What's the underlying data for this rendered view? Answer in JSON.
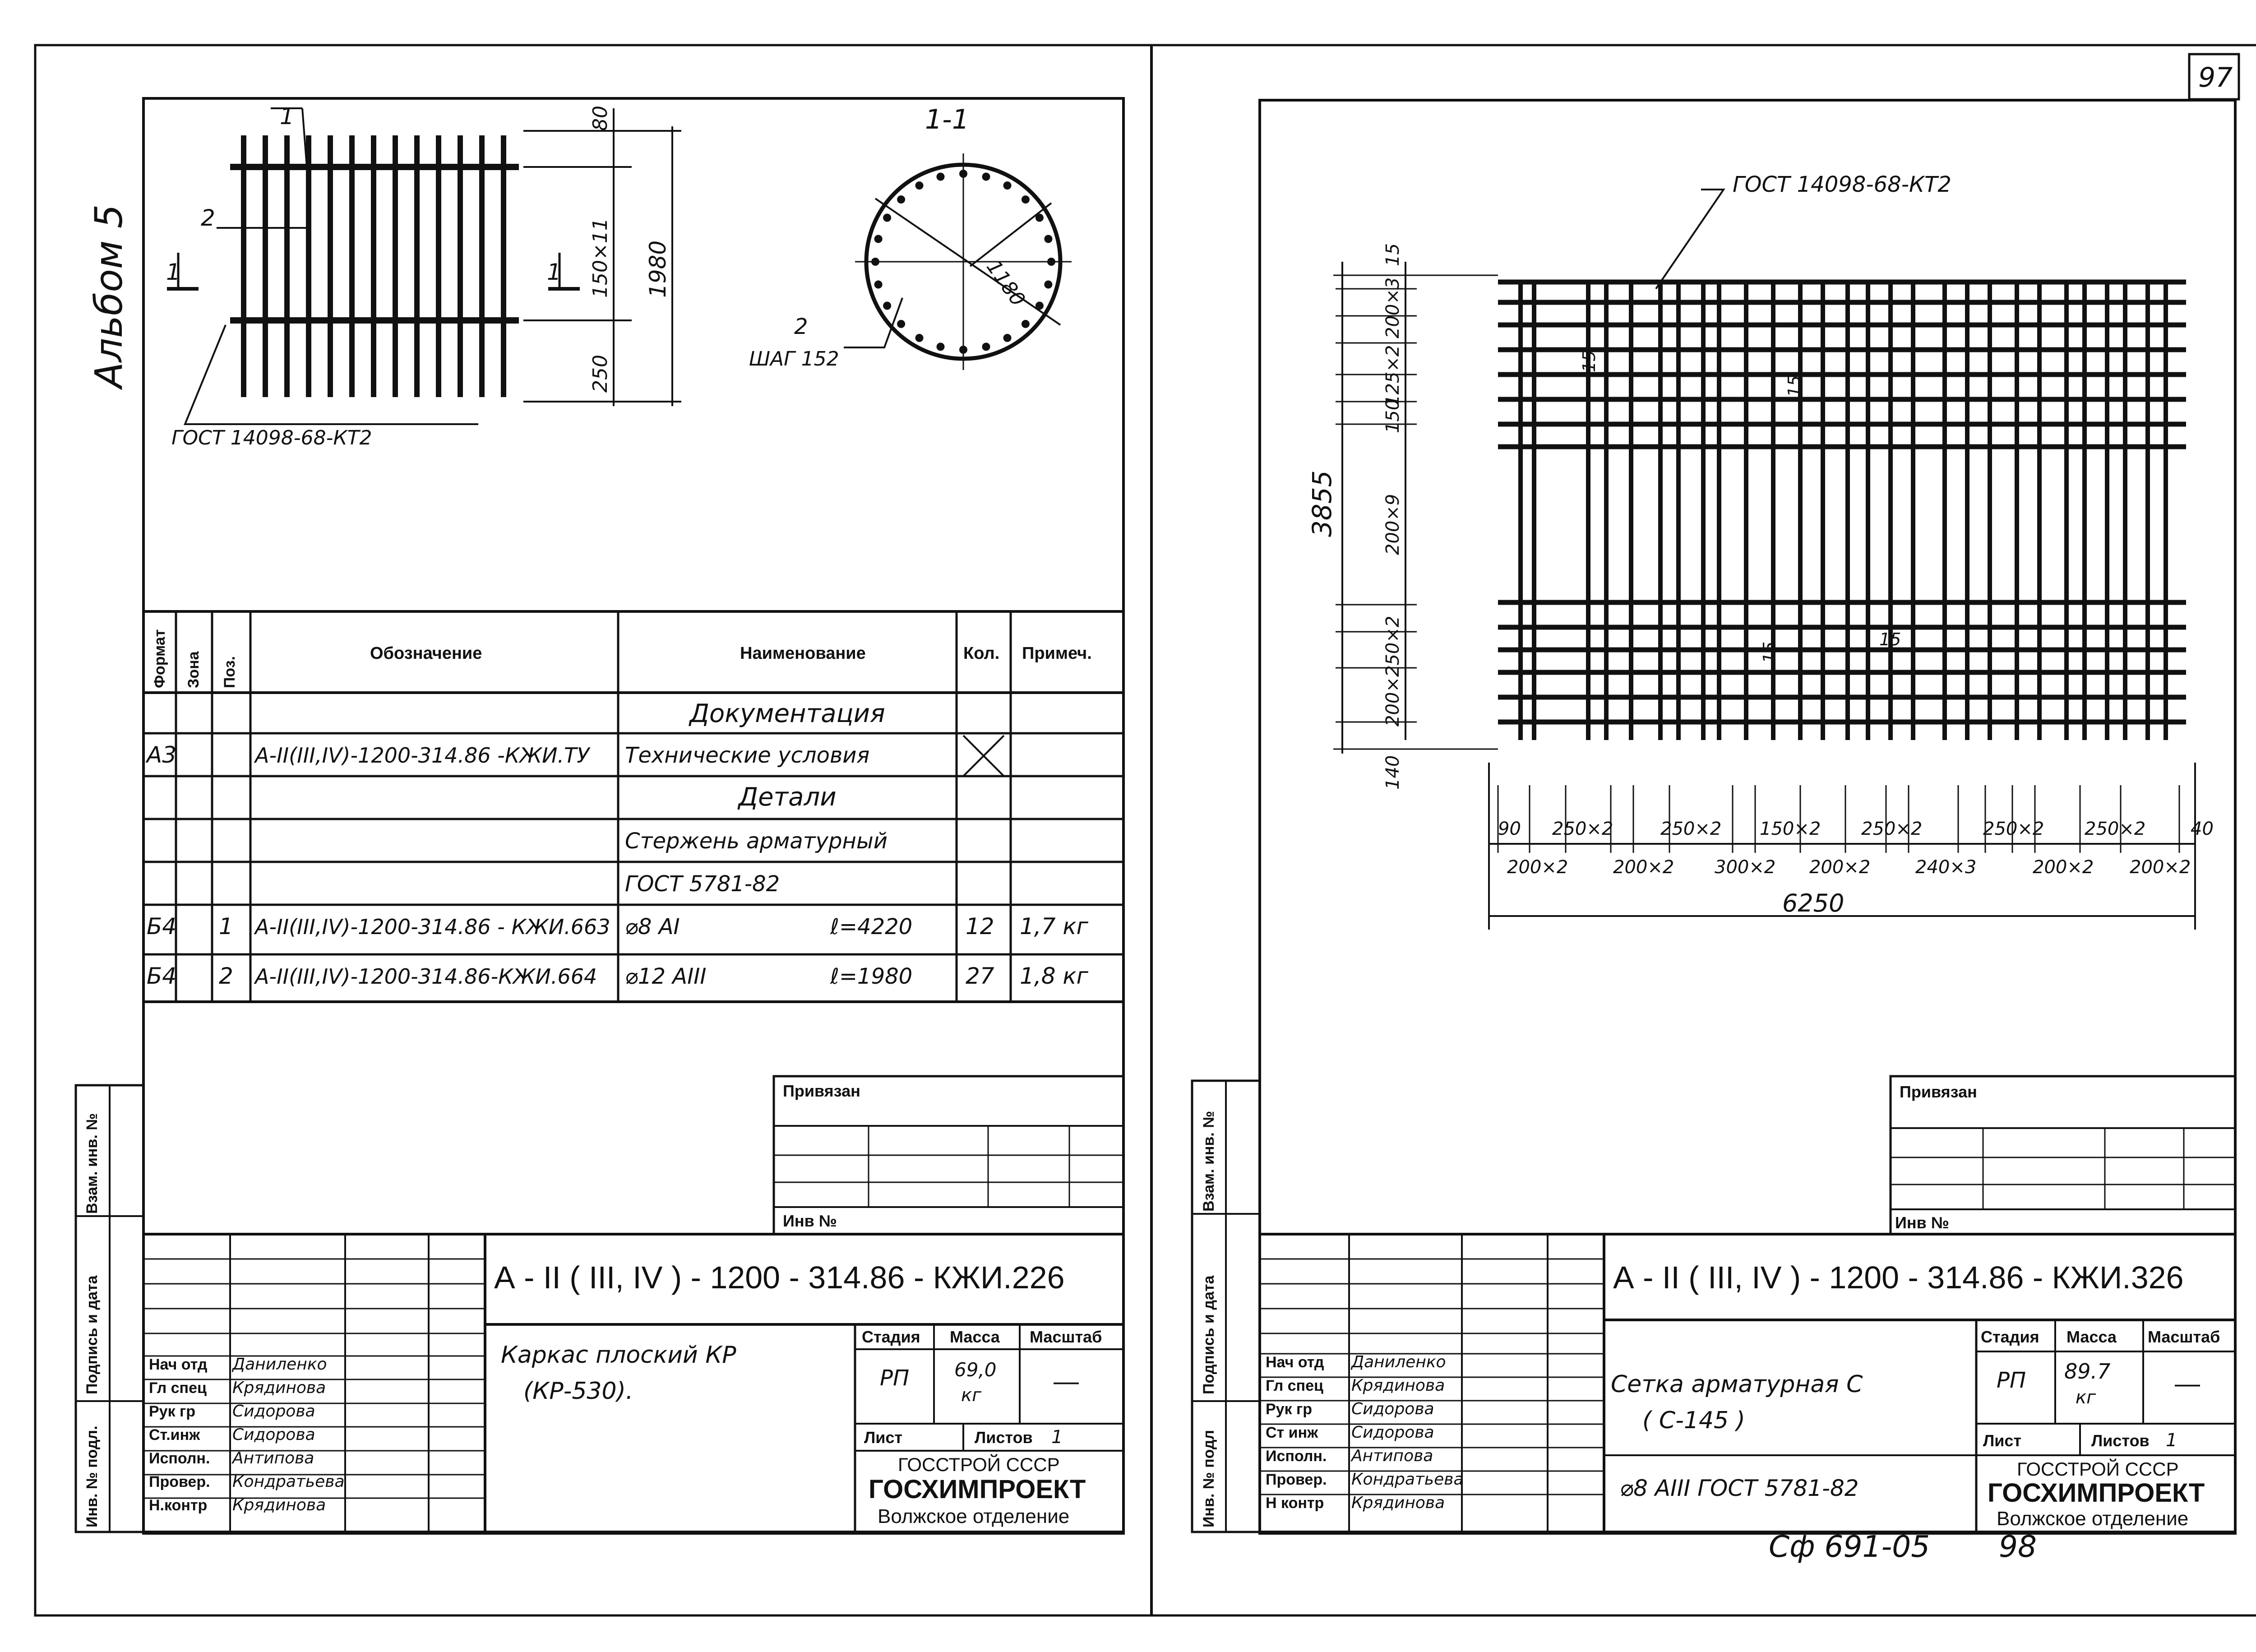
{
  "sheet_number": "97",
  "footer_code": "Сф 691-05",
  "footer_page": "98",
  "left": {
    "album": "Альбом 5",
    "drawing": {
      "section_label": "1-1",
      "cut_mark": "1",
      "pos1": "1",
      "pos2": "2",
      "dim_top": "80",
      "dim_mid": "150×11",
      "dim_bot": "250",
      "dim_total": "1980",
      "section_diam": "1180",
      "section_pos": "2",
      "section_step": "ШАГ 152",
      "gost_note": "ГОСТ 14098-68-КТ2"
    },
    "spec": {
      "headers": [
        "Формат",
        "Зона",
        "Поз.",
        "Обозначение",
        "Наименование",
        "Кол.",
        "Примеч."
      ],
      "rows": [
        {
          "format": "",
          "zone": "",
          "pos": "",
          "designation": "",
          "name": "Документация",
          "qty": "",
          "note": "",
          "section": true
        },
        {
          "format": "А3",
          "zone": "",
          "pos": "",
          "designation": "А-II(III,IV)-1200-314.86 -КЖИ.ТУ",
          "name": "Технические условия",
          "qty": "",
          "note": "",
          "cross": true
        },
        {
          "format": "",
          "zone": "",
          "pos": "",
          "designation": "",
          "name": "Детали",
          "qty": "",
          "note": "",
          "section": true
        },
        {
          "format": "",
          "zone": "",
          "pos": "",
          "designation": "",
          "name": "Стержень арматурный",
          "qty": "",
          "note": ""
        },
        {
          "format": "",
          "zone": "",
          "pos": "",
          "designation": "",
          "name": "ГОСТ 5781-82",
          "qty": "",
          "note": ""
        },
        {
          "format": "Б4",
          "zone": "",
          "pos": "1",
          "designation": "А-II(III,IV)-1200-314.86 - КЖИ.663",
          "name": "⌀8 АI",
          "len": "ℓ=4220",
          "qty": "12",
          "note": "1,7 кг"
        },
        {
          "format": "Б4",
          "zone": "",
          "pos": "2",
          "designation": "А-II(III,IV)-1200-314.86-КЖИ.664",
          "name": "⌀12 АIII",
          "len": "ℓ=1980",
          "qty": "27",
          "note": "1,8 кг"
        }
      ]
    },
    "side_labels": [
      "Взам. инв. №",
      "Подпись и дата",
      "Инв. № подл."
    ],
    "privyazan": "Привязан",
    "inv_no": "Инв №",
    "title_block": {
      "code": "А - II ( III, IV ) - 1200 - 314.86  - КЖИ.226",
      "name_line1": "Каркас плоский КР",
      "name_line2": "(КР-530).",
      "stage_label": "Стадия",
      "mass_label": "Масса",
      "scale_label": "Масштаб",
      "stage": "РП",
      "mass": "69,0",
      "mass_unit": "кг",
      "scale": "—",
      "sheet_label": "Лист",
      "sheets_label": "Листов",
      "sheets": "1",
      "org1": "ГОССТРОЙ СССР",
      "org2": "ГОСХИМПРОЕКТ",
      "org3": "Волжское отделение",
      "roles": [
        {
          "role": "Нач отд",
          "name": "Даниленко"
        },
        {
          "role": "Гл спец",
          "name": "Крядинова"
        },
        {
          "role": "Рук гр",
          "name": "Сидорова"
        },
        {
          "role": "Ст.инж",
          "name": "Сидорова"
        },
        {
          "role": "Исполн.",
          "name": "Антипова"
        },
        {
          "role": "Провер.",
          "name": "Кондратьева"
        },
        {
          "role": "Н.контр",
          "name": "Крядинова"
        }
      ]
    }
  },
  "right": {
    "drawing": {
      "gost_note": "ГОСТ 14098-68-КТ2",
      "dim_total_v": "3855",
      "v_dims": [
        "15",
        "200×3",
        "125×2",
        "150",
        "200×9",
        "250×2",
        "200×2",
        "140"
      ],
      "h_dims_top": [
        "90",
        "250×2",
        "250×2",
        "150×2",
        "250×2",
        "250×2",
        "250×2",
        "40"
      ],
      "h_dims_bot": [
        "200×2",
        "200×2",
        "300×2",
        "200×2",
        "240×3",
        "200×2",
        "200×2"
      ],
      "dim_total_h": "6250",
      "inner_15": "15"
    },
    "side_labels": [
      "Взам. инв. №",
      "Подпись и дата",
      "Инв. № подл"
    ],
    "privyazan": "Привязан",
    "inv_no": "Инв №",
    "title_block": {
      "code": "А - II ( III, IV ) - 1200 - 314.86   - КЖИ.326",
      "name_line1": "Сетка арматурная С",
      "name_line2": "( С-145 )",
      "material": "⌀8 АIII    ГОСТ 5781-82",
      "stage_label": "Стадия",
      "mass_label": "Масса",
      "scale_label": "Масштаб",
      "stage": "РП",
      "mass": "89.7",
      "mass_unit": "кг",
      "scale": "—",
      "sheet_label": "Лист",
      "sheets_label": "Листов",
      "sheets": "1",
      "org1": "ГОССТРОЙ СССР",
      "org2": "ГОСХИМПРОЕКТ",
      "org3": "Волжское отделение",
      "roles": [
        {
          "role": "Нач отд",
          "name": "Даниленко"
        },
        {
          "role": "Гл спец",
          "name": "Крядинова"
        },
        {
          "role": "Рук гр",
          "name": "Сидорова"
        },
        {
          "role": "Ст инж",
          "name": "Сидорова"
        },
        {
          "role": "Исполн.",
          "name": "Антипова"
        },
        {
          "role": "Провер.",
          "name": "Кондратьева"
        },
        {
          "role": "Н контр",
          "name": "Крядинова"
        }
      ]
    }
  }
}
